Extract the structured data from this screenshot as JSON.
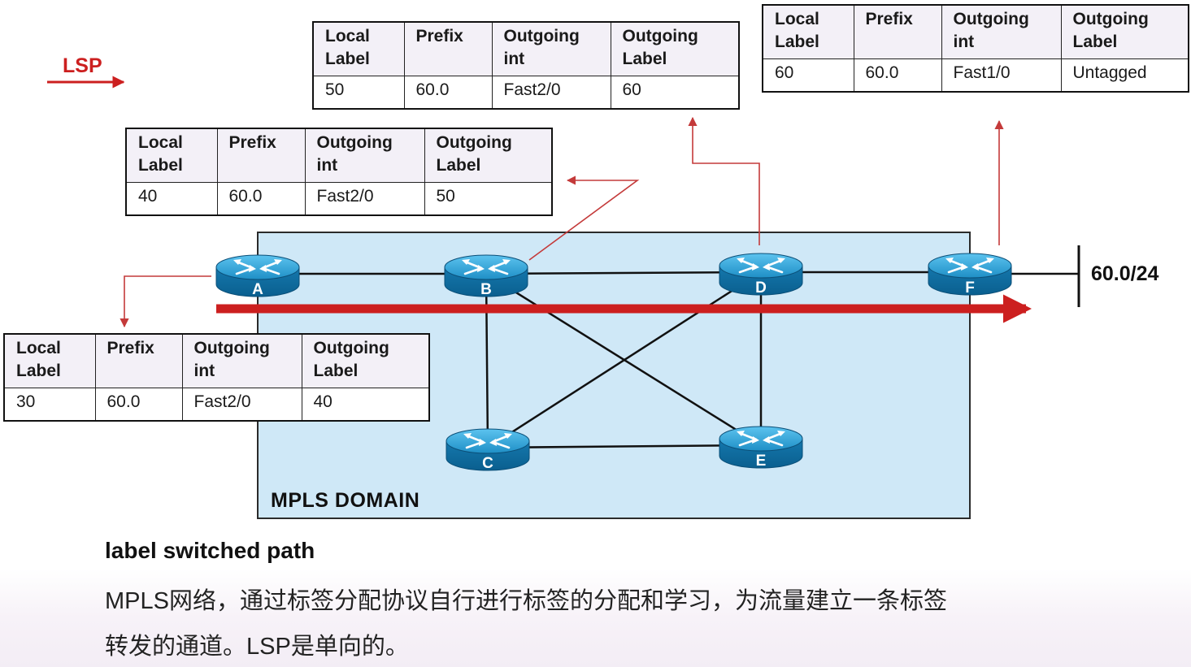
{
  "legend": {
    "label": "LSP"
  },
  "domain": {
    "label": "MPLS  DOMAIN"
  },
  "destination_network": "60.0/24",
  "routers": [
    {
      "id": "A",
      "label": "A"
    },
    {
      "id": "B",
      "label": "B"
    },
    {
      "id": "C",
      "label": "C"
    },
    {
      "id": "D",
      "label": "D"
    },
    {
      "id": "E",
      "label": "E"
    },
    {
      "id": "F",
      "label": "F"
    }
  ],
  "links": [
    [
      "A",
      "B"
    ],
    [
      "B",
      "D"
    ],
    [
      "D",
      "F"
    ],
    [
      "B",
      "C"
    ],
    [
      "B",
      "E"
    ],
    [
      "D",
      "C"
    ],
    [
      "D",
      "E"
    ],
    [
      "C",
      "E"
    ]
  ],
  "lsp": {
    "path": [
      "A",
      "B",
      "D",
      "F"
    ]
  },
  "table_headers": {
    "local_label": "Local Label",
    "prefix": "Prefix",
    "outgoing_int": "Outgoing int",
    "outgoing_label": "Outgoing Label"
  },
  "tables": {
    "A": {
      "local_label": "30",
      "prefix": "60.0",
      "outgoing_int": "Fast2/0",
      "outgoing_label": "40"
    },
    "B": {
      "local_label": "40",
      "prefix": "60.0",
      "outgoing_int": "Fast2/0",
      "outgoing_label": "50"
    },
    "D": {
      "local_label": "50",
      "prefix": "60.0",
      "outgoing_int": "Fast2/0",
      "outgoing_label": "60"
    },
    "F": {
      "local_label": "60",
      "prefix": "60.0",
      "outgoing_int": "Fast1/0",
      "outgoing_label": "Untagged"
    }
  },
  "caption": {
    "title": "label switched path",
    "line1": "MPLS网络，通过标签分配协议自行进行标签的分配和学习，为流量建立一条标签",
    "line2": "转发的通道。LSP是单向的。"
  },
  "colors": {
    "lsp": "#cc1f1f",
    "domain_fill": "#cfe8f7",
    "router_top": "#1f8fc6",
    "router_side": "#0a5f8f"
  }
}
